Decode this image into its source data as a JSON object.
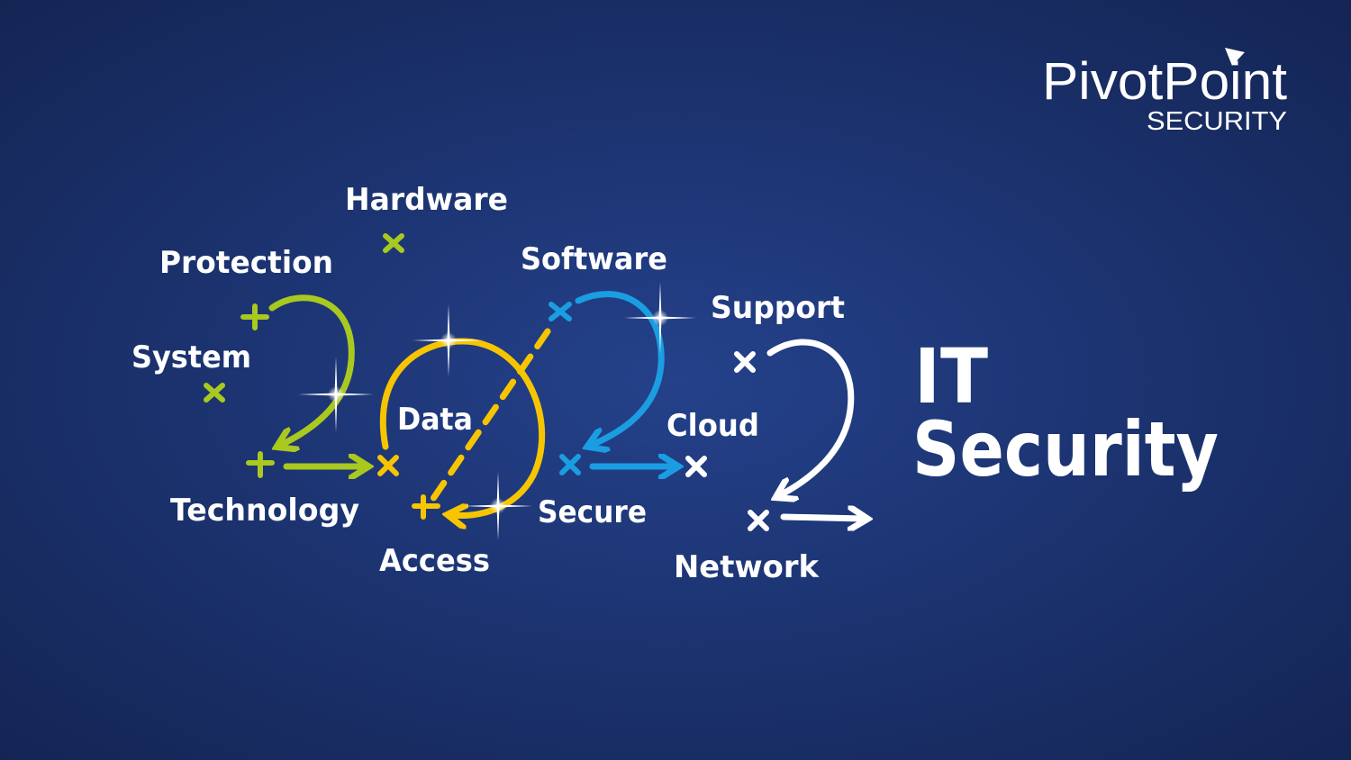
{
  "logo": {
    "name": "PivotPoint",
    "sub": "SECURITY"
  },
  "words": {
    "hardware": "Hardware",
    "protection": "Protection",
    "system": "System",
    "technology": "Technology",
    "data": "Data",
    "access": "Access",
    "software": "Software",
    "support": "Support",
    "cloud": "Cloud",
    "secure": "Secure",
    "network": "Network"
  },
  "headline": {
    "line1": "IT",
    "line2": "Security"
  },
  "colors": {
    "green": "#a9c820",
    "yellow": "#f7c500",
    "blue": "#1b9de2",
    "white": "#ffffff"
  }
}
